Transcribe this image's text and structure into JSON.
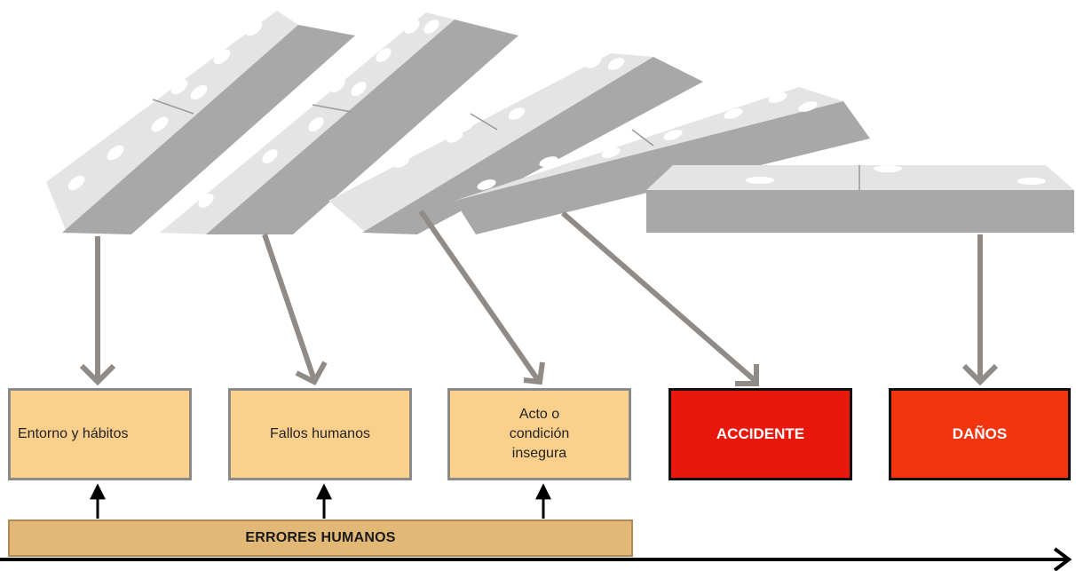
{
  "boxes": {
    "entorno": "Entorno y hábitos",
    "fallos": "Fallos humanos",
    "acto": "Acto o\ncondición\ninsegura",
    "accidente": "ACCIDENTE",
    "danos": "DAÑOS"
  },
  "base_bar": "ERRORES HUMANOS",
  "colors": {
    "soft_box": "#fbd08d",
    "accident": "#e8190c",
    "damage": "#f2350f",
    "bar": "#e2b877",
    "arrow": "#918b87",
    "domino_face": "#e4e4e4",
    "domino_side": "#a9a8a8"
  }
}
